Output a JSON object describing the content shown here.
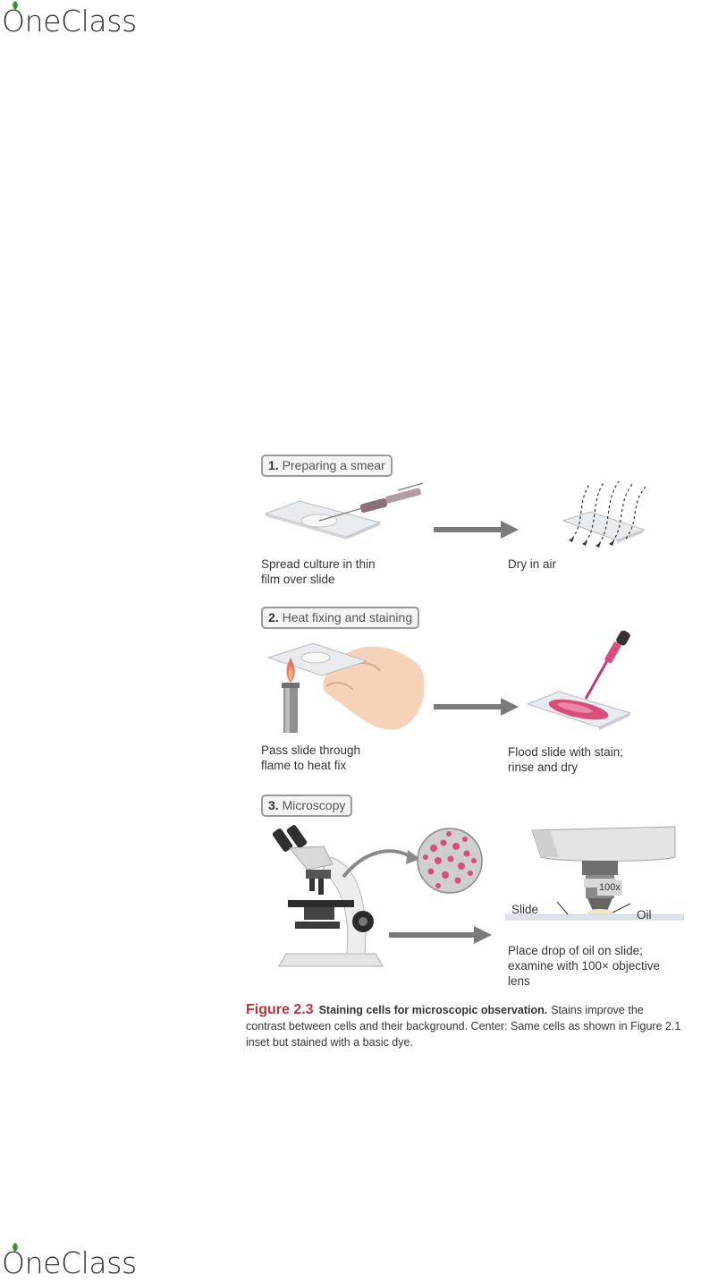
{
  "logo": {
    "text": "OneClass"
  },
  "figure": {
    "steps": [
      {
        "number": "1.",
        "title": "Preparing a smear",
        "left_caption": [
          "Spread culture in thin",
          "film over slide"
        ],
        "right_caption": [
          "Dry in air"
        ]
      },
      {
        "number": "2.",
        "title": "Heat fixing and staining",
        "left_caption": [
          "Pass slide through",
          "flame to heat fix"
        ],
        "right_caption": [
          "Flood slide with stain;",
          "rinse and dry"
        ]
      },
      {
        "number": "3.",
        "title": "Microscopy",
        "right_caption": [
          "Place drop of oil on slide;",
          "examine with 100× objective",
          "lens"
        ],
        "labels": {
          "slide": "Slide",
          "oil": "Oil",
          "objective": "100x"
        }
      }
    ],
    "caption": {
      "label": "Figure 2.3",
      "title": "Staining cells for microscopic observation.",
      "body": "Stains improve the contrast between cells and their background. Center: Same cells as shown in Figure 2.1 inset but stained with a basic dye."
    },
    "colors": {
      "stain": "#d94d7a",
      "arrow": "#7a7a7a",
      "caption_label": "#b8343a",
      "header_border": "#9a9a9a"
    }
  }
}
